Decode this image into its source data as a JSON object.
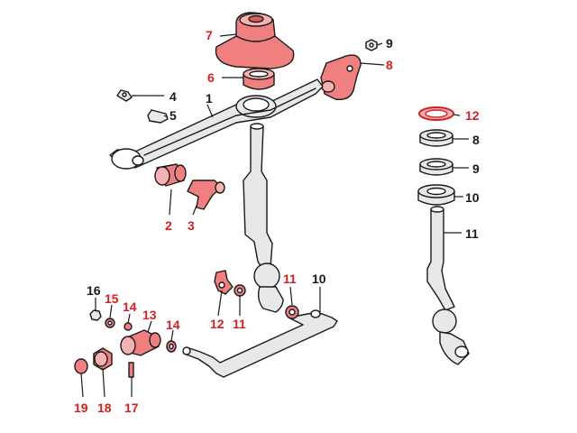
{
  "colors": {
    "highlight": "#d42020",
    "ink": "#1a1a1a",
    "part_fill": "#e8e8e8",
    "red_fill": "#f08080",
    "red_fill_light": "#f6b2b2"
  },
  "labels": [
    {
      "id": "L7",
      "text": "7",
      "red": true
    },
    {
      "id": "L9a",
      "text": "9",
      "red": false
    },
    {
      "id": "L8a",
      "text": "8",
      "red": true
    },
    {
      "id": "L6",
      "text": "6",
      "red": true
    },
    {
      "id": "L4",
      "text": "4",
      "red": false
    },
    {
      "id": "L1",
      "text": "1",
      "red": false
    },
    {
      "id": "L5",
      "text": "5",
      "red": false
    },
    {
      "id": "L12a",
      "text": "12",
      "red": true
    },
    {
      "id": "L8b",
      "text": "8",
      "red": false
    },
    {
      "id": "L9b",
      "text": "9",
      "red": false
    },
    {
      "id": "L10a",
      "text": "10",
      "red": false
    },
    {
      "id": "L11a",
      "text": "11",
      "red": false
    },
    {
      "id": "L2",
      "text": "2",
      "red": true
    },
    {
      "id": "L3",
      "text": "3",
      "red": true
    },
    {
      "id": "L11b",
      "text": "11",
      "red": true
    },
    {
      "id": "L10b",
      "text": "10",
      "red": false
    },
    {
      "id": "L16",
      "text": "16",
      "red": false
    },
    {
      "id": "L15",
      "text": "15",
      "red": true
    },
    {
      "id": "L14a",
      "text": "14",
      "red": true
    },
    {
      "id": "L13",
      "text": "13",
      "red": true
    },
    {
      "id": "L14b",
      "text": "14",
      "red": true
    },
    {
      "id": "L12b",
      "text": "12",
      "red": true
    },
    {
      "id": "L11c",
      "text": "11",
      "red": true
    },
    {
      "id": "L19",
      "text": "19",
      "red": true
    },
    {
      "id": "L18",
      "text": "18",
      "red": true
    },
    {
      "id": "L17",
      "text": "17",
      "red": true
    }
  ]
}
